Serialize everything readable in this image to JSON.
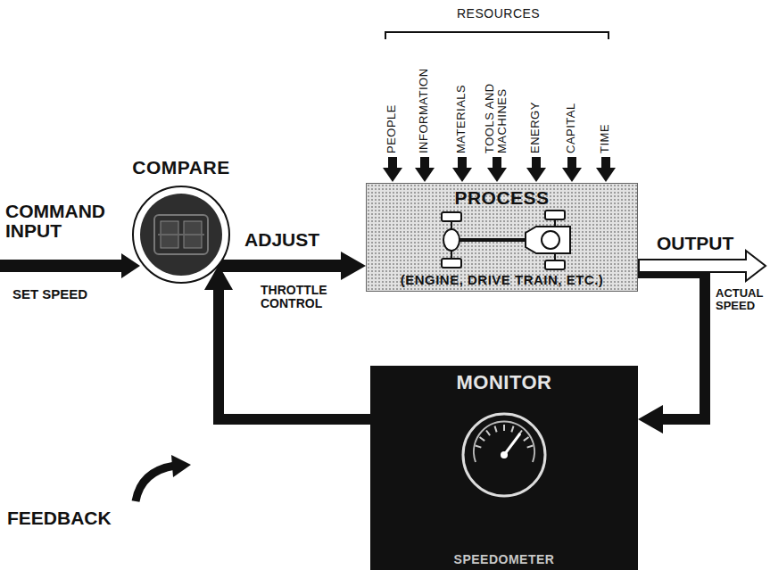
{
  "diagram": {
    "nodes": [
      {
        "text": [
          "COMPARE"
        ]
      },
      {
        "text": [
          "PROCESS",
          "(ENGINE, DRIVE TRAIN, ETC.)"
        ]
      },
      {
        "text": [
          "MONITOR",
          "SPEEDOMETER"
        ]
      }
    ],
    "edges": [
      {
        "from": 0,
        "to": 1,
        "label": "ADJUST",
        "arrow": "to"
      },
      {
        "from": 1,
        "to": 2,
        "arrow": "to"
      },
      {
        "from": 2,
        "to": 0,
        "arrow": "to"
      }
    ],
    "labels": [
      "COMMAND INPUT",
      "SET SPEED",
      "THROTTLE CONTROL",
      "OUTPUT",
      "ACTUAL SPEED",
      "FEEDBACK",
      "RESOURCES",
      "PEOPLE",
      "INFORMATION",
      "MATERIALS",
      "TOOLS AND MACHINES",
      "ENERGY",
      "CAPITAL",
      "TIME"
    ]
  }
}
